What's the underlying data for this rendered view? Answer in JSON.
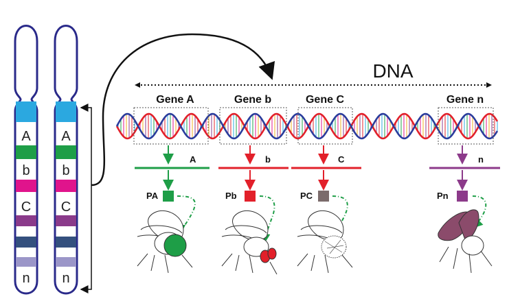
{
  "dna_title": "DNA",
  "chromosome": {
    "band_labels": [
      "A",
      "b",
      "C",
      "n"
    ]
  },
  "genes": [
    {
      "name": "Gene A",
      "allele": "A",
      "protein": "PA",
      "color": "#1e9e47"
    },
    {
      "name": "Gene b",
      "allele": "b",
      "protein": "Pb",
      "color": "#e2202a"
    },
    {
      "name": "Gene C",
      "allele": "C",
      "protein": "PC",
      "color": "#7b6b6b"
    },
    {
      "name": "Gene n",
      "allele": "n",
      "protein": "Pn",
      "color": "#8c3a8a"
    }
  ],
  "colors": {
    "chromosome_outline": "#2a2a8a",
    "band_cyan": "#2ba8e0",
    "band_green": "#1e9e47",
    "band_magenta": "#e0148c",
    "band_purple": "#8a3a8a",
    "band_navy": "#34507e",
    "band_lavender": "#9b96c8",
    "dna_red": "#e2202a",
    "dna_blue": "#2a3c9c",
    "fly_body_purple": "#8b4b6b"
  }
}
